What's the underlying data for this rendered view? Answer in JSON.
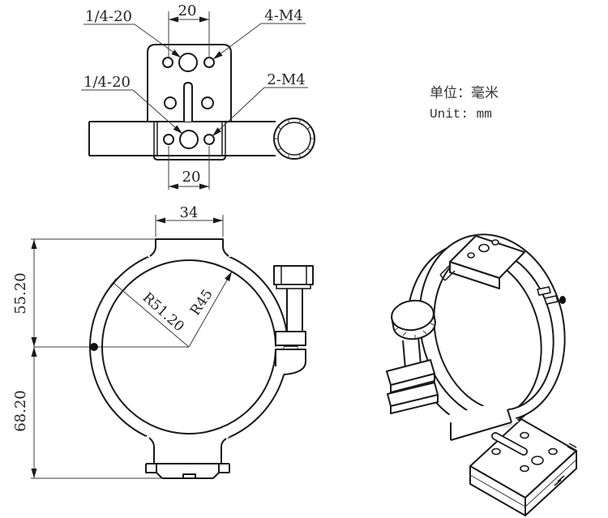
{
  "note": {
    "cn": "单位：毫米",
    "en": "Unit: mm"
  },
  "top_view": {
    "thread_label_top": "1/4-20",
    "hole_spacing_top": "20",
    "tapped_holes_top": "4-M4",
    "thread_label_mid": "1/4-20",
    "tapped_holes_side": "2-M4",
    "hole_spacing_bottom": "20"
  },
  "front_view": {
    "saddle_width": "34",
    "center_to_top": "55.20",
    "center_to_bottom": "68.20",
    "outer_radius": "R51.20",
    "inner_radius": "R45"
  }
}
